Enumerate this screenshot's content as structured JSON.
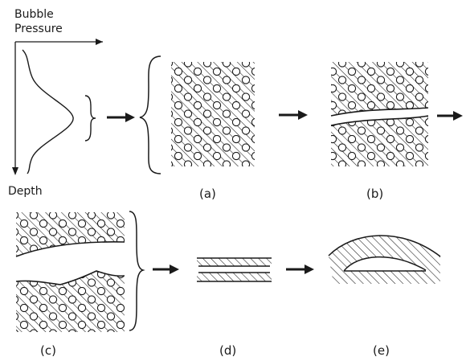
{
  "axis": {
    "x_label_line1": "Bubble",
    "x_label_line2": "Pressure",
    "y_label": "Depth"
  },
  "panels": {
    "a": "(a)",
    "b": "(b)",
    "c": "(c)",
    "d": "(d)",
    "e": "(e)"
  },
  "colors": {
    "ink": "#1a1a1a",
    "background": "#ffffff"
  }
}
